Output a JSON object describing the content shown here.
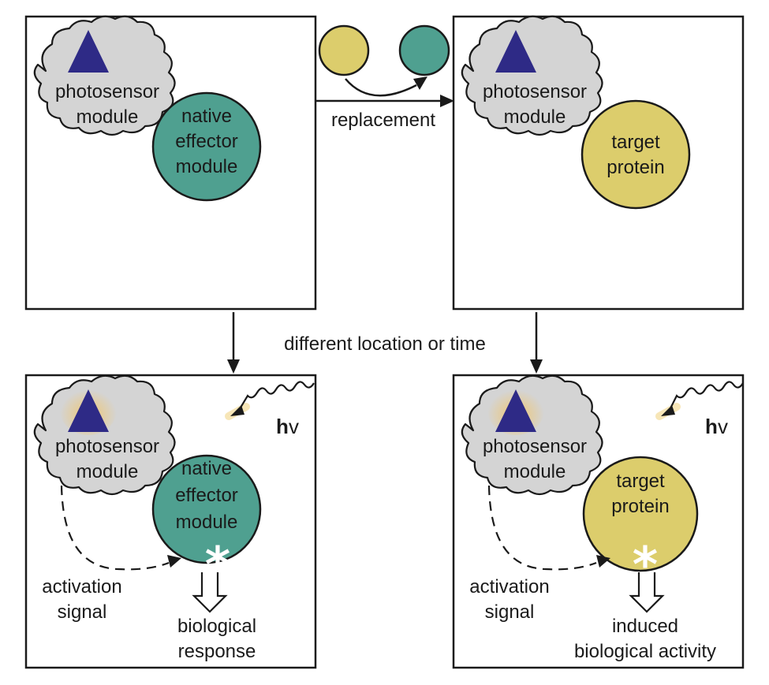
{
  "panels": {
    "top_left": {
      "photosensor": "photosensor",
      "module": "module",
      "effector_line1": "native",
      "effector_line2": "effector",
      "effector_line3": "module"
    },
    "top_right": {
      "photosensor": "photosensor",
      "module": "module",
      "target_line1": "target",
      "target_line2": "protein"
    },
    "bottom_left": {
      "photosensor": "photosensor",
      "module": "module",
      "effector_line1": "native",
      "effector_line2": "effector",
      "effector_line3": "module",
      "activation_line1": "activation",
      "activation_line2": "signal",
      "response_line1": "biological",
      "response_line2": "response",
      "light_h": "h",
      "light_v": "v",
      "asterisk": "*"
    },
    "bottom_right": {
      "photosensor": "photosensor",
      "module": "module",
      "target_line1": "target",
      "target_line2": "protein",
      "activation_line1": "activation",
      "activation_line2": "signal",
      "response_line1": "induced",
      "response_line2": "biological activity",
      "light_h": "h",
      "light_v": "v",
      "asterisk": "*"
    }
  },
  "labels": {
    "replacement": "replacement",
    "different_location": "different location or time"
  },
  "colors": {
    "effector_teal": "#4fa090",
    "target_yellow": "#dccd6c",
    "photosensor_gray": "#d4d4d4",
    "chromophore_blue": "#2e2a86",
    "light_glow": "#f1d27c"
  }
}
